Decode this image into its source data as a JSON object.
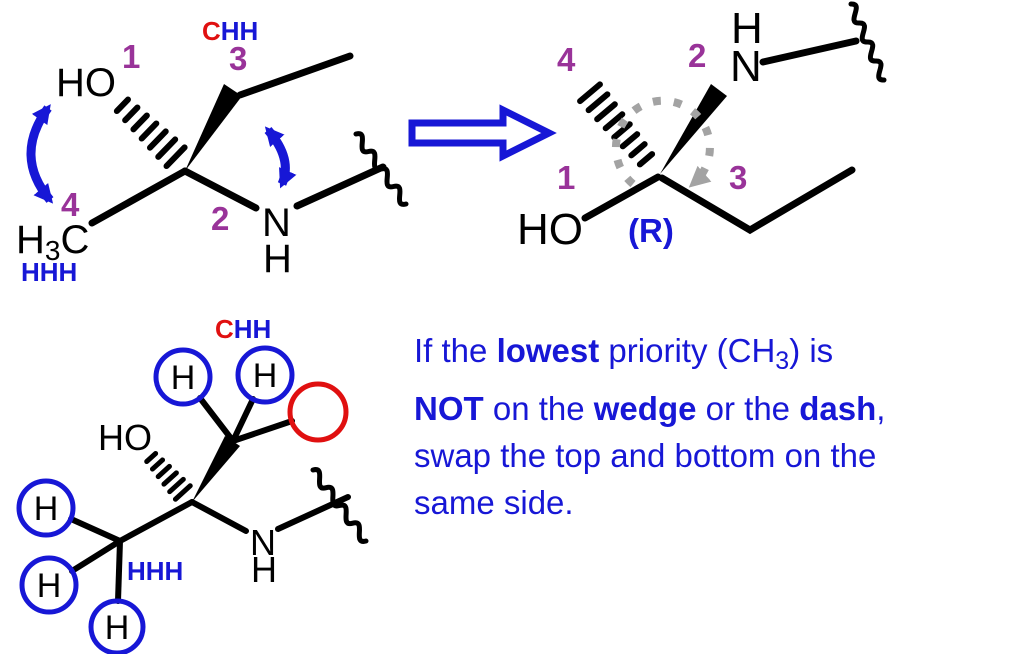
{
  "colors": {
    "blue": "#1717d6",
    "purple": "#993399",
    "red": "#e01010",
    "gray": "#a3a3a3",
    "black": "#000000"
  },
  "structures": {
    "top_left": {
      "hydroxyl": "HO",
      "priority_1": "1",
      "priority_2": "2",
      "priority_3": "3",
      "priority_4": "4",
      "ch2_label_c": "C",
      "ch2_label_hh": "HH",
      "methyl_h": "H",
      "methyl_sub": "3",
      "methyl_c": "C",
      "methyl_hhh": "HHH",
      "amine_n": "N",
      "amine_h": "H"
    },
    "top_right": {
      "priority_1": "1",
      "priority_2": "2",
      "priority_3": "3",
      "priority_4": "4",
      "hydroxyl": "HO",
      "amine_n": "N",
      "amine_h": "H",
      "config": "(R)"
    },
    "bottom_left": {
      "ch2_label_c": "C",
      "ch2_label_hh": "HH",
      "hydroxyl": "HO",
      "hhh": "HHH",
      "amine_n": "N",
      "amine_h": "H",
      "circled_h": "H"
    }
  },
  "caption": {
    "lines": [
      {
        "segments": [
          {
            "text": "If the "
          },
          {
            "text": "lowest",
            "bold": true
          },
          {
            "text": " priority (CH"
          },
          {
            "text": "3",
            "sub": true
          },
          {
            "text": ") is"
          }
        ]
      },
      {
        "segments": [
          {
            "text": "NOT",
            "bold": true
          },
          {
            "text": " on the "
          },
          {
            "text": "wedge",
            "bold": true
          },
          {
            "text": " or the "
          },
          {
            "text": "dash",
            "bold": true
          },
          {
            "text": ","
          }
        ]
      },
      {
        "segments": [
          {
            "text": "swap the top and bottom on the"
          }
        ]
      },
      {
        "segments": [
          {
            "text": "same side."
          }
        ]
      }
    ]
  }
}
